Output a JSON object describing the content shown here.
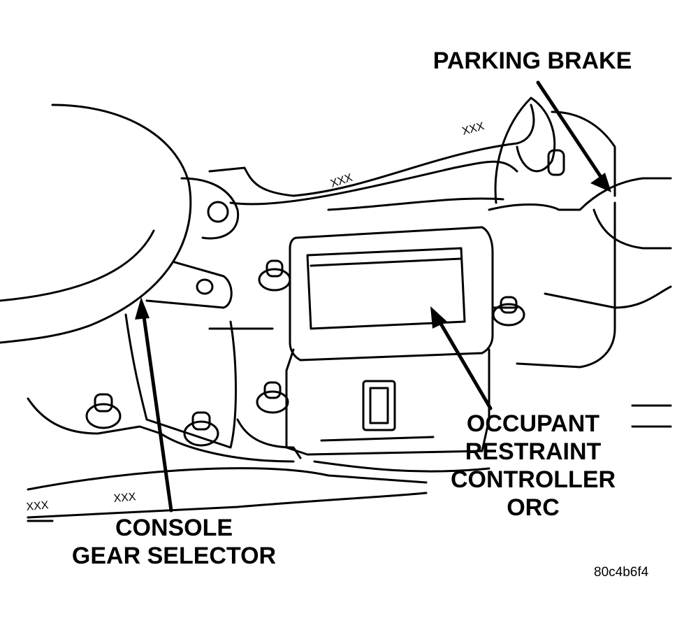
{
  "labels": {
    "parking_brake": "PARKING BRAKE",
    "orc": [
      "OCCUPANT",
      "RESTRAINT",
      "CONTROLLER",
      "ORC"
    ],
    "console": [
      "CONSOLE",
      "GEAR SELECTOR"
    ],
    "figure_id": "80c4b6f4"
  },
  "wire_marks": [
    "XXX",
    "XXX",
    "XXX",
    "XXX"
  ],
  "colors": {
    "ink": "#000000",
    "paper": "#ffffff"
  }
}
